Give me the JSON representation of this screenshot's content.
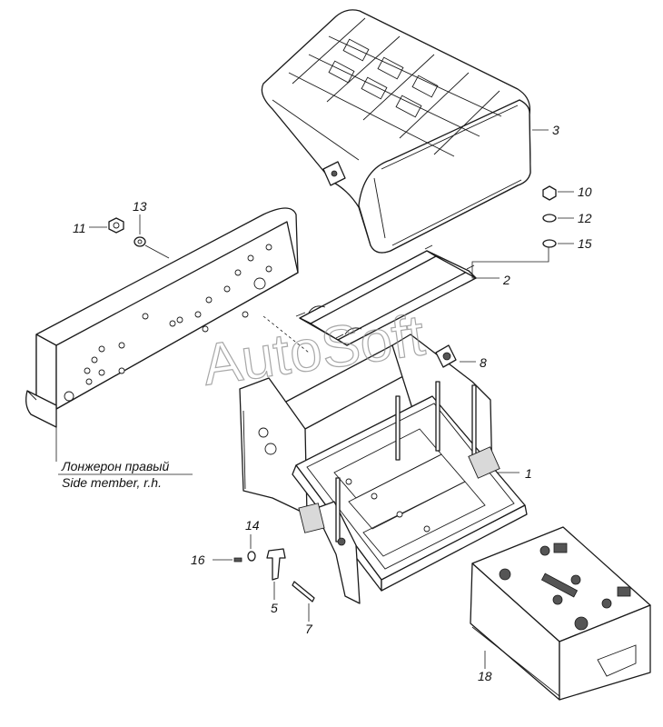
{
  "watermark": "AutoSoft",
  "caption": {
    "line1": "Лонжерон правый",
    "line2": "Side member, r.h."
  },
  "callouts": {
    "c1": "1",
    "c2": "2",
    "c3": "3",
    "c5": "5",
    "c7": "7",
    "c8": "8",
    "c10": "10",
    "c11": "11",
    "c12": "12",
    "c13": "13",
    "c14": "14",
    "c15": "15",
    "c16": "16",
    "c18": "18"
  }
}
